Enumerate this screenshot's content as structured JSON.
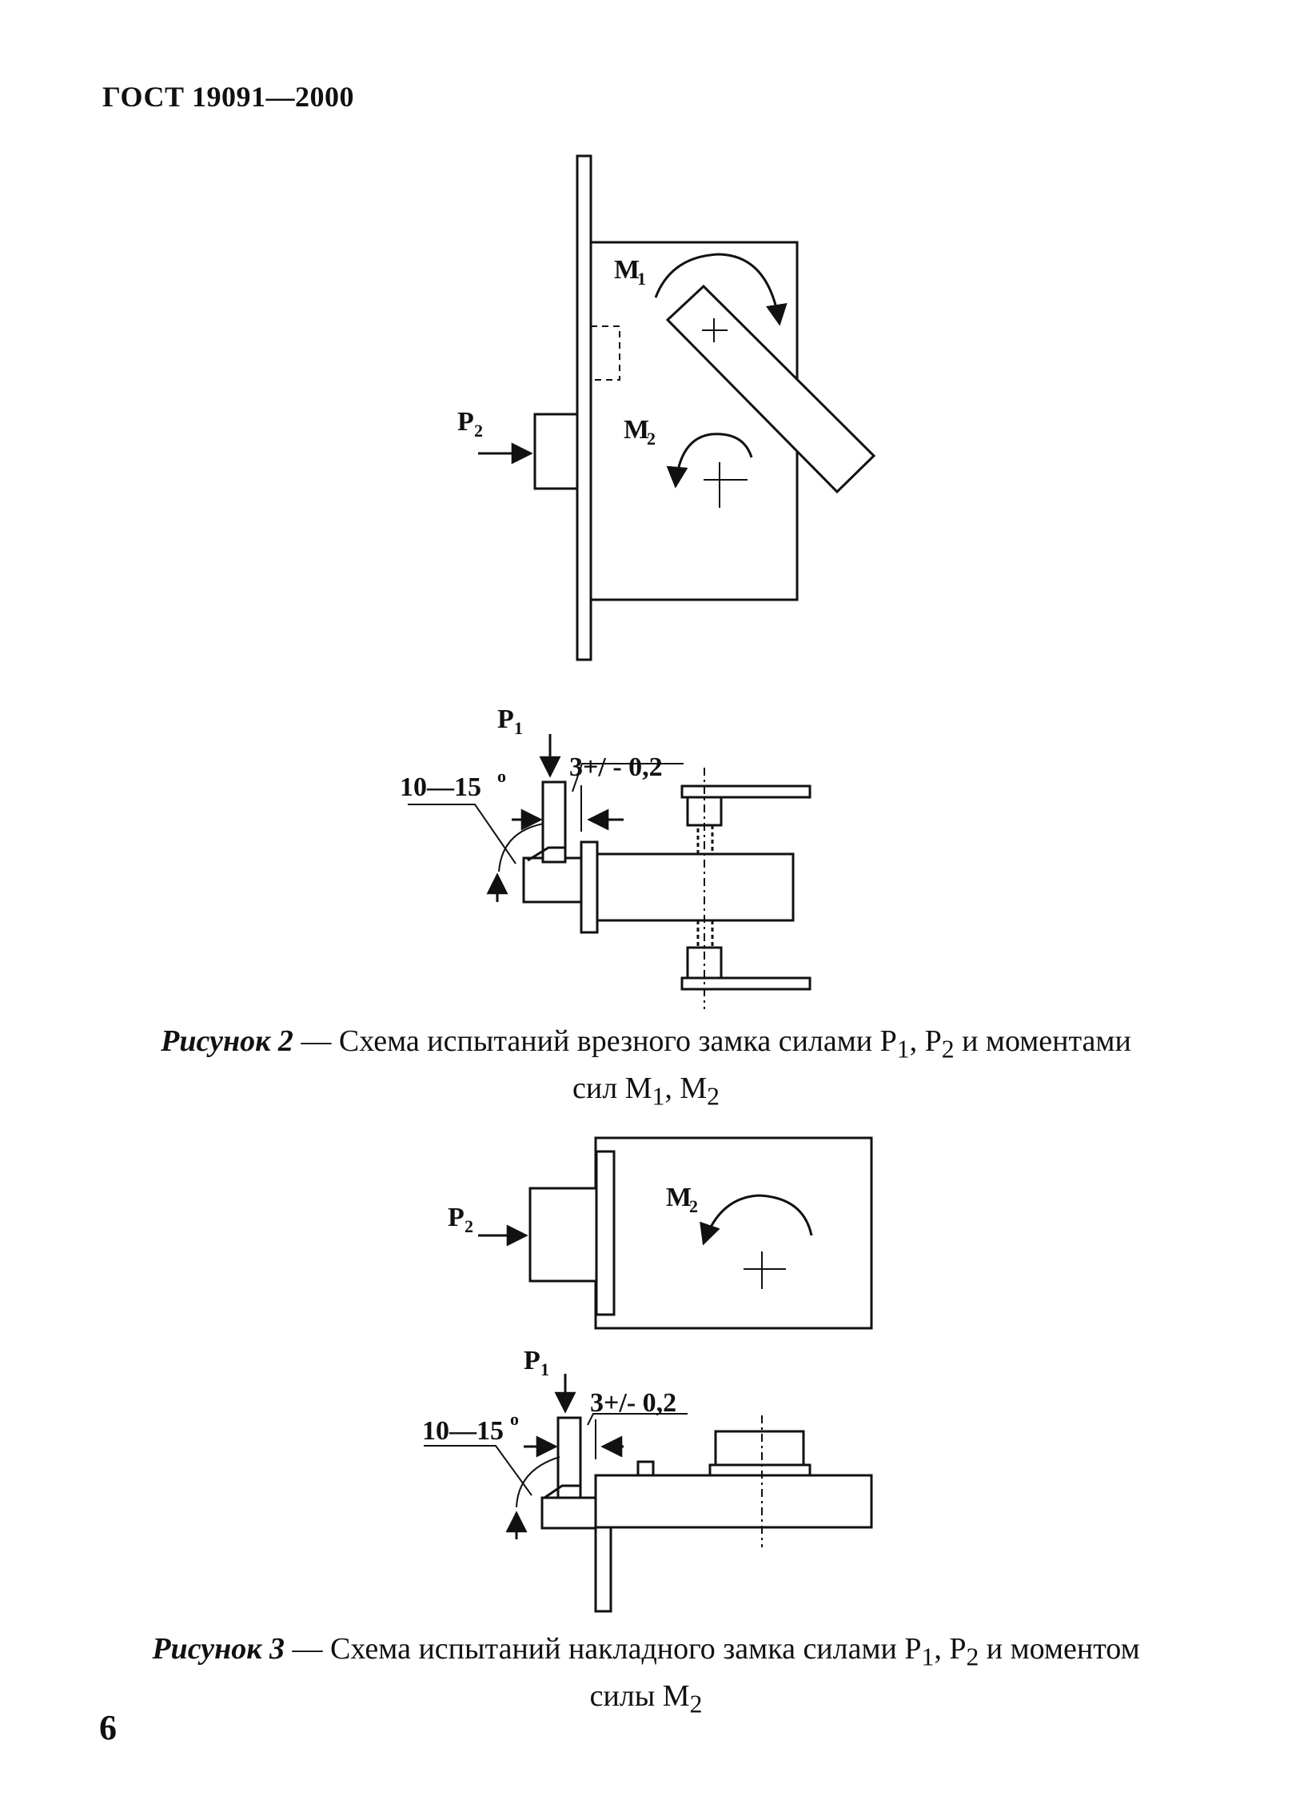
{
  "header": {
    "doc_code": "ГОСТ 19091—2000"
  },
  "figure2": {
    "labels": {
      "m1": "M",
      "m1_sub": "1",
      "m2": "M",
      "m2_sub": "2",
      "p2": "P",
      "p2_sub": "2",
      "p1": "P",
      "p1_sub": "1",
      "angle": "10—15",
      "angle_deg": "o",
      "gap": "3+/ - 0,2"
    },
    "caption": {
      "lead": "Рисунок 2",
      "line1": " — Схема испытаний врезного замка силами  P",
      "s1": "1",
      "mid1": ", P",
      "s2": "2",
      "tail1": " и моментами",
      "line2": "сил  M",
      "s3": "1",
      "mid2": ",  M",
      "s4": "2"
    }
  },
  "figure3": {
    "labels": {
      "m2": "M",
      "m2_sub": "2",
      "p2": "P",
      "p2_sub": "2",
      "p1": "P",
      "p1_sub": "1",
      "angle": "10—15",
      "angle_deg": "o",
      "gap": "3+/- 0,2"
    },
    "caption": {
      "lead": "Рисунок 3",
      "line1": " — Схема испытаний накладного замка силами P",
      "s1": "1",
      "mid1": ", P",
      "s2": "2",
      "tail1": " и моментом",
      "line2": "силы M",
      "s3": "2"
    }
  },
  "footer": {
    "page_number": "6"
  }
}
